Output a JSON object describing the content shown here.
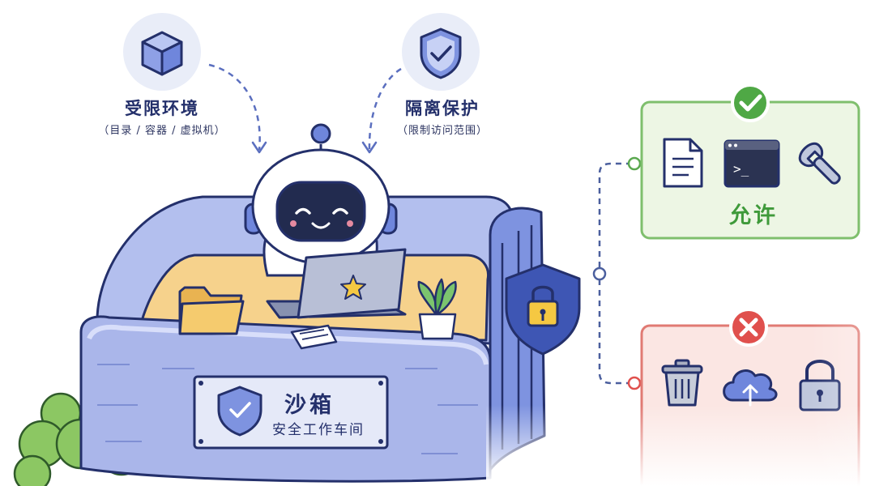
{
  "callouts": {
    "restricted_env": {
      "title": "受限环境",
      "subtitle": "（目录 / 容器 / 虚拟机）",
      "icon": "cube-icon"
    },
    "isolation": {
      "title": "隔离保护",
      "subtitle": "（限制访问范围）",
      "icon": "shield-check-icon"
    }
  },
  "sandbox": {
    "title": "沙箱",
    "subtitle": "安全工作车间"
  },
  "allowed": {
    "label": "允许",
    "icons": [
      "document-icon",
      "terminal-icon",
      "wrench-icon"
    ],
    "terminal_prompt": ">_",
    "color": "#5aa84f"
  },
  "denied": {
    "icons": [
      "trash-icon",
      "cloud-upload-icon",
      "lock-icon"
    ],
    "color": "#e0504d"
  },
  "colors": {
    "outline": "#24306b",
    "wall": "#aab6ea",
    "sand": "#f6d28c",
    "accent": "#6b82d6"
  }
}
